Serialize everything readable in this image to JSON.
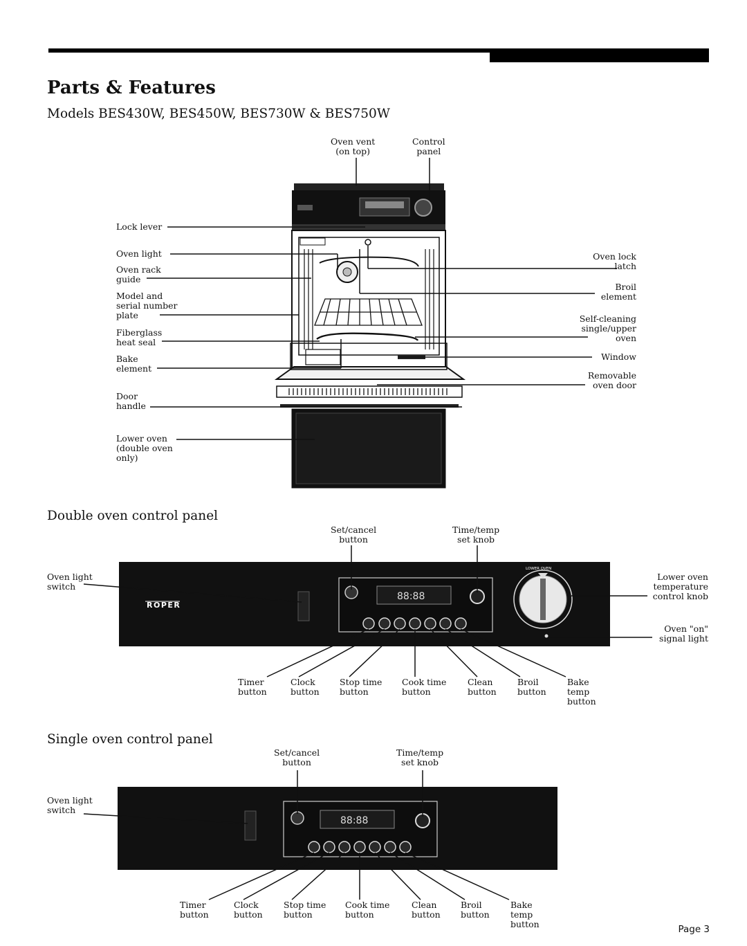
{
  "header": {
    "title": "Parts & Features",
    "subtitle": "Models BES430W, BES450W, BES730W & BES750W"
  },
  "oven": {
    "labels": {
      "oven_vent": "Oven vent\n(on top)",
      "control_panel": "Control\npanel",
      "lock_lever": "Lock lever",
      "oven_light": "Oven light",
      "oven_rack_guide": "Oven rack\nguide",
      "model_serial_plate": "Model and\nserial number\nplate",
      "fiberglass_heat_seal": "Fiberglass\nheat seal",
      "bake_element": "Bake\nelement",
      "door_handle": "Door\nhandle",
      "lower_oven": "Lower oven\n(double oven\nonly)",
      "oven_lock_latch": "Oven lock\nlatch",
      "broil_element": "Broil\nelement",
      "self_cleaning_oven": "Self-cleaning\nsingle/upper\noven",
      "window": "Window",
      "removable_oven_door": "Removable\noven door"
    }
  },
  "double_panel": {
    "heading": "Double oven control panel",
    "labels": {
      "set_cancel": "Set/cancel\nbutton",
      "time_temp": "Time/temp\nset knob",
      "oven_light_switch": "Oven light\nswitch",
      "lower_oven_knob": "Lower oven\ntemperature\ncontrol knob",
      "oven_on_light": "Oven \"on\"\nsignal light",
      "timer": "Timer\nbutton",
      "clock": "Clock\nbutton",
      "stop_time": "Stop time\nbutton",
      "cook_time": "Cook time\nbutton",
      "clean": "Clean\nbutton",
      "broil": "Broil\nbutton",
      "bake_temp": "Bake\ntemp\nbutton"
    },
    "brand": "ROPER",
    "knob_label": "LOWER OVEN",
    "display": "88:88"
  },
  "single_panel": {
    "heading": "Single oven control panel",
    "labels": {
      "set_cancel": "Set/cancel\nbutton",
      "time_temp": "Time/temp\nset knob",
      "oven_light_switch": "Oven light\nswitch",
      "timer": "Timer\nbutton",
      "clock": "Clock\nbutton",
      "stop_time": "Stop time\nbutton",
      "cook_time": "Cook time\nbutton",
      "clean": "Clean\nbutton",
      "broil": "Broil\nbutton",
      "bake_temp": "Bake\ntemp\nbutton"
    },
    "display": "88:88"
  },
  "footer": {
    "page": "Page 3"
  }
}
